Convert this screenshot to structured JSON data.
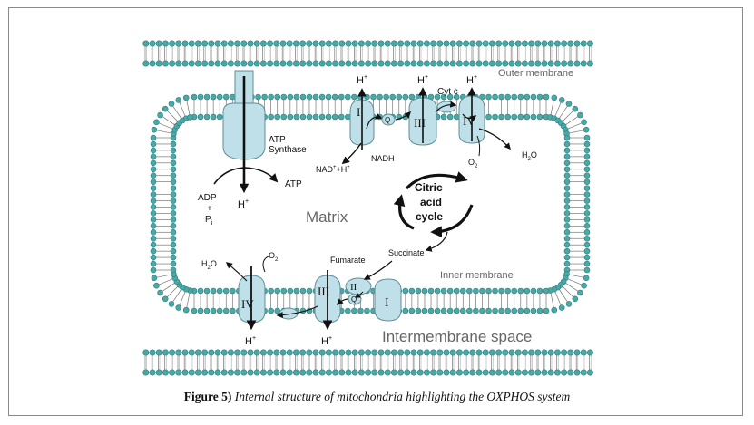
{
  "diagram": {
    "labels": {
      "outer_membrane": "Outer membrane",
      "inner_membrane": "Inner membrane",
      "matrix": "Matrix",
      "intermembrane_space": "Intermembrane space",
      "atp_synthase_1": "ATP",
      "atp_synthase_2": "Synthase",
      "atp": "ATP",
      "adp": "ADP",
      "plus": "+",
      "pi": "P",
      "pi_sub": "i",
      "h": "H",
      "plus_sup": "+",
      "nad": "NAD",
      "nad_rest": "+H",
      "nadh": "NADH",
      "cyt_c": "Cyt c",
      "o2": "O",
      "o2_sub": "2",
      "h2o_h": "H",
      "h2o_sub": "2",
      "h2o_o": "O",
      "citric_1": "Citric",
      "citric_2": "acid",
      "citric_3": "cycle",
      "succinate": "Succinate",
      "fumarate": "Fumarate",
      "complex_I": "I",
      "complex_II": "II",
      "complex_III": "III",
      "complex_IV": "IV",
      "q": "Q"
    },
    "colors": {
      "lipid_head": "#4aa8a6",
      "lipid_head_stroke": "#2e7e7c",
      "protein": "#bfe0e8",
      "protein_stroke": "#5e8e9a"
    }
  },
  "caption": {
    "figure": "Figure 5)",
    "text": " Internal structure of mitochondria highlighting the OXPHOS system"
  }
}
